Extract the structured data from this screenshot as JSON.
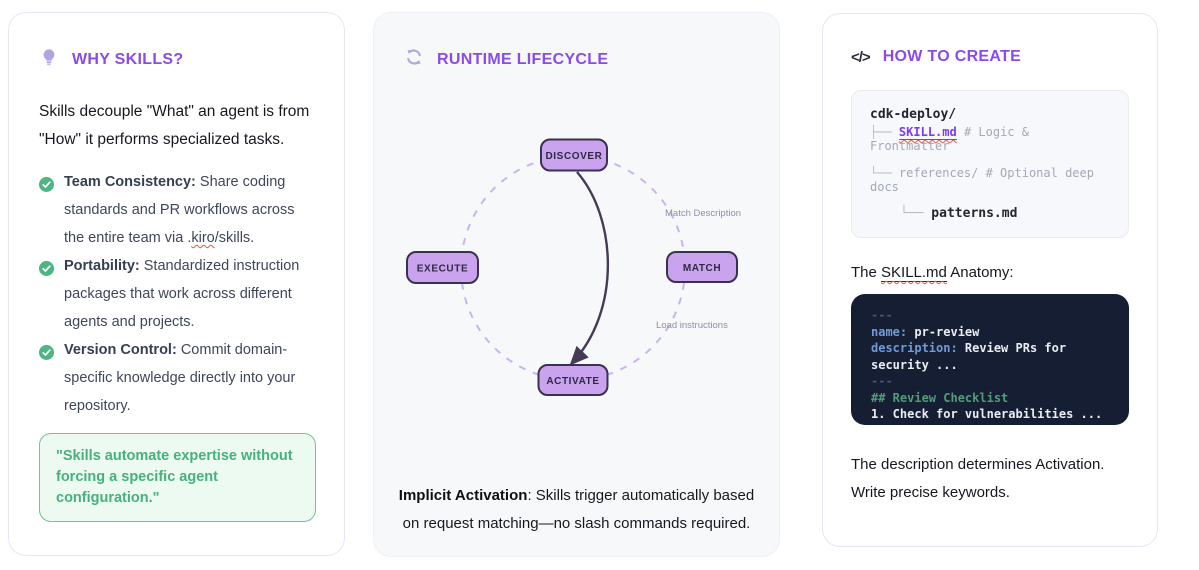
{
  "accent": {
    "purple": "#8a4be9",
    "green": "#4cb581",
    "node_fill": "#c9a3ee",
    "node_border": "#3a3150",
    "quote_green": "#47b07b",
    "code_bg": "#161e33"
  },
  "icons": {
    "why": "lightbulb-icon",
    "lifecycle": "refresh-icon",
    "create": "code-icon",
    "bullet": "check-circle-icon",
    "code_glyph": "</>"
  },
  "why": {
    "title": "WHY SKILLS?",
    "intro": "Skills decouple \"What\" an agent is from \"How\" it performs specialized tasks.",
    "bullets": [
      {
        "label": "Team Consistency:",
        "t1": " Share coding standards and PR workflows across the entire team via .",
        "wavy": "kiro",
        "t2": "/skills."
      },
      {
        "label": "Portability:",
        "text": " Standardized instruction packages that work across different agents and projects."
      },
      {
        "label": "Version Control:",
        "text": " Commit domain-specific knowledge directly into your repository."
      }
    ],
    "quote": "\"Skills automate expertise without forcing a specific agent configuration.\""
  },
  "lifecycle": {
    "title": "RUNTIME LIFECYCLE",
    "nodes": {
      "top": "DISCOVER",
      "right": "MATCH",
      "bottom": "ACTIVATE",
      "left": "EXECUTE"
    },
    "labels": {
      "match": "Match Description",
      "load": "Load instructions"
    },
    "footer_bold": "Implicit Activation",
    "footer_rest": ": Skills trigger automatically based on request matching—no slash commands required."
  },
  "create": {
    "title": "HOW TO CREATE",
    "tree": {
      "root": "cdk-deploy/",
      "branch_mid": "├──",
      "file1": "SKILL.md",
      "comment1": " # Logic & Frontmatter",
      "branch_end": "└──",
      "line2": " references/ # Optional deep docs",
      "file3": " patterns.md"
    },
    "anatomy": {
      "before": "The ",
      "file": "SKILL.md",
      "after": " Anatomy:"
    },
    "code": {
      "delim1": "---",
      "name_key": "name:",
      "name_val": " pr-review",
      "desc_key": "description:",
      "desc_val": " Review PRs for",
      "desc_cont": "security ...",
      "delim2": "---",
      "heading": "## Review Checklist",
      "item": "1. Check for vulnerabilities ..."
    },
    "footer": "The description determines Activation. Write precise keywords."
  }
}
